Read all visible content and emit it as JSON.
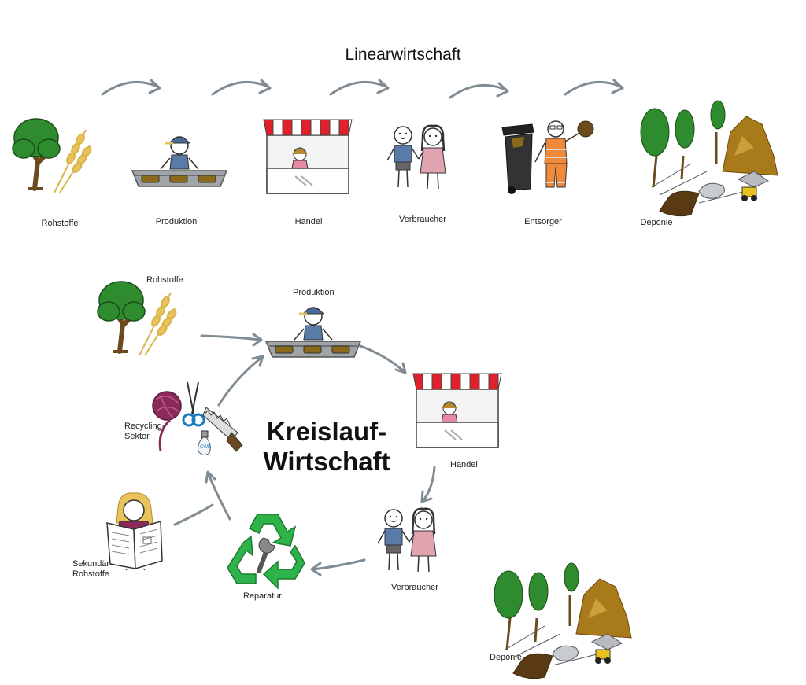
{
  "linear": {
    "title": "Linearwirtschaft",
    "stages": [
      {
        "label": "Rohstoffe",
        "icon": "tree-wheat-icon"
      },
      {
        "label": "Produktion",
        "icon": "factory-worker-icon"
      },
      {
        "label": "Handel",
        "icon": "market-stall-icon"
      },
      {
        "label": "Verbraucher",
        "icon": "consumers-icon"
      },
      {
        "label": "Entsorger",
        "icon": "waste-collector-icon"
      },
      {
        "label": "Deponie",
        "icon": "landfill-icon"
      }
    ]
  },
  "circular": {
    "title_line1": "Kreislauf-",
    "title_line2": "Wirtschaft",
    "rohstoffe": "Rohstoffe",
    "produktion": "Produktion",
    "handel": "Handel",
    "verbraucher": "Verbraucher",
    "reparatur": "Reparatur",
    "recycling_line1": "Recycling-",
    "recycling_line2": "Sektor",
    "sekundaer_line1": "Sekundär-",
    "sekundaer_line2": "Rohstoffe",
    "deponie": "Deponie",
    "bulb_text": "CWE"
  },
  "colors": {
    "arrow": "#7f8c93",
    "tree": "#2e8b2e",
    "awning": "#e0202a",
    "recycle": "#2db34a",
    "landfill": "#8a6a1a"
  }
}
